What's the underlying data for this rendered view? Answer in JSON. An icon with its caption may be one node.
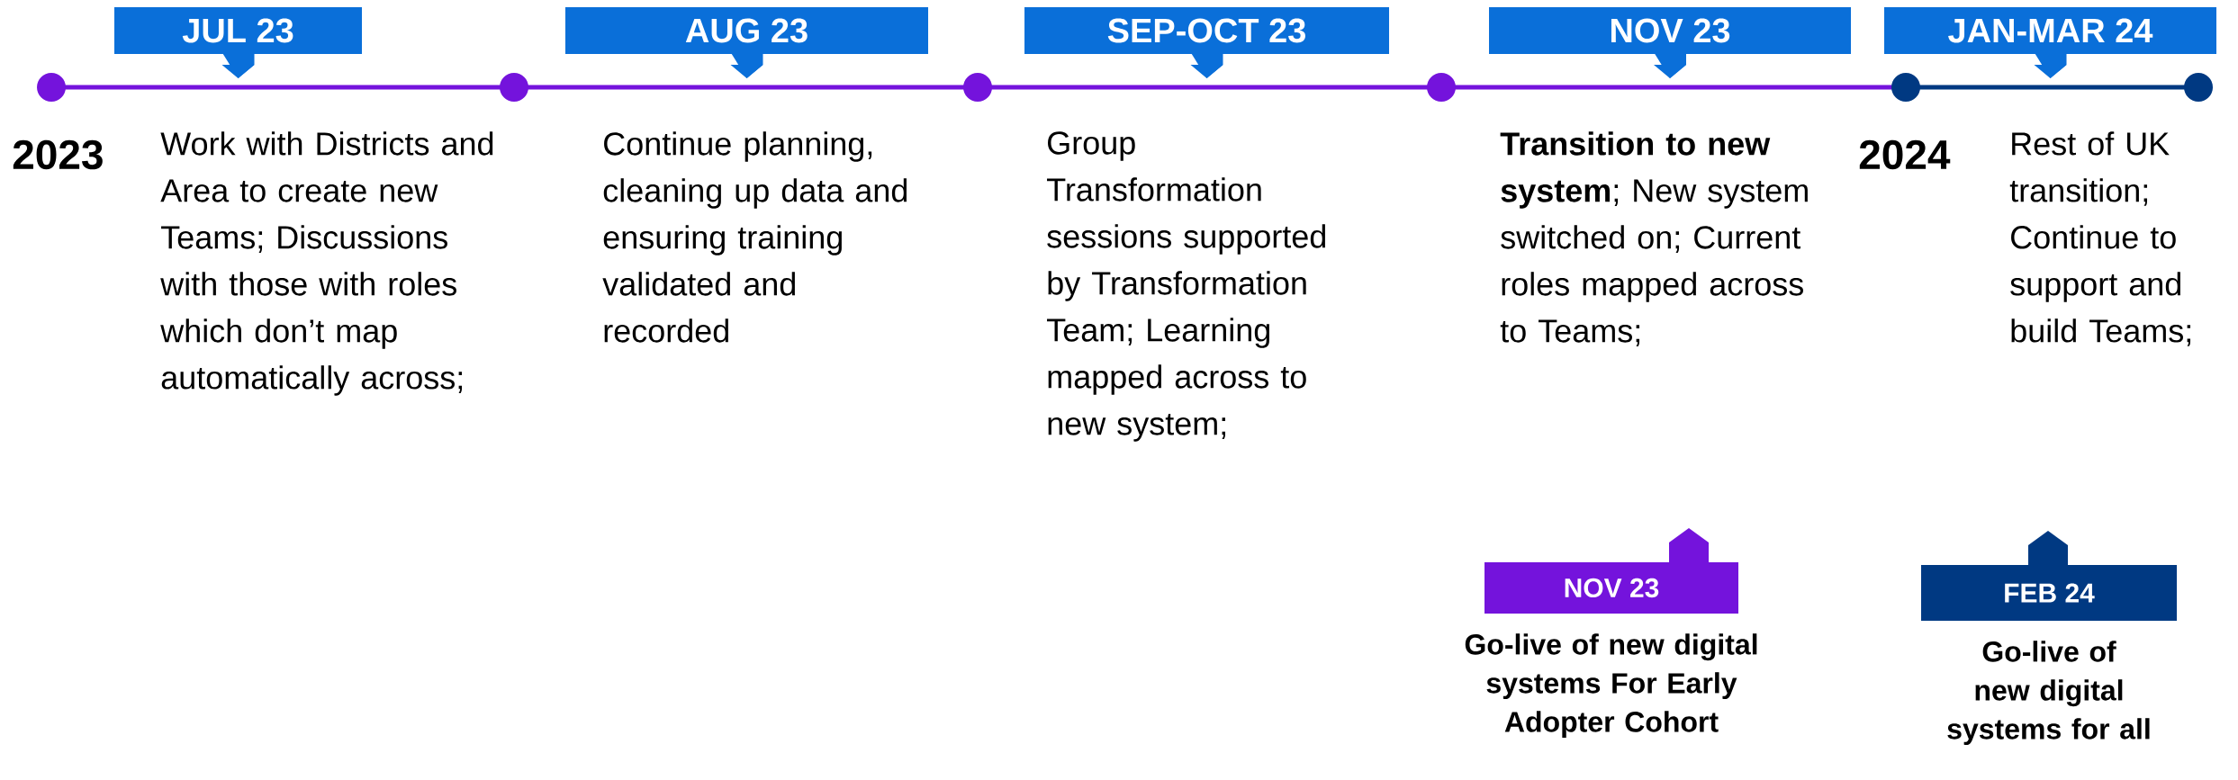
{
  "diagram": {
    "nodes": [
      {
        "text": [
          "JUL 23"
        ],
        "beside": [
          "Work with Districts and Area to create new Teams; Discussions with those with roles which don’t map automatically across;"
        ]
      },
      {
        "text": [
          "AUG 23"
        ],
        "beside": [
          "Continue planning, cleaning up data and ensuring training validated and recorded"
        ]
      },
      {
        "text": [
          "SEP-OCT 23"
        ],
        "beside": [
          "Group Transformation sessions supported by Transformation Team; Learning mapped across to new system;"
        ]
      },
      {
        "text": [
          "NOV 23"
        ],
        "beside": [
          "**Transition to new system**; New system switched on; Current roles mapped across to Teams;"
        ]
      },
      {
        "text": [
          "JAN-MAR 24"
        ],
        "beside": [
          "Rest of UK transition; Continue to support and build Teams;"
        ]
      },
      {
        "text": [
          "NOV 23"
        ],
        "beside": [
          "Go-live of new digital systems For Early Adopter Cohort"
        ]
      },
      {
        "text": [
          "FEB 24"
        ],
        "beside": [
          "Go-live of new digital systems for all"
        ]
      }
    ],
    "labels": [
      "2023",
      "2024"
    ]
  }
}
